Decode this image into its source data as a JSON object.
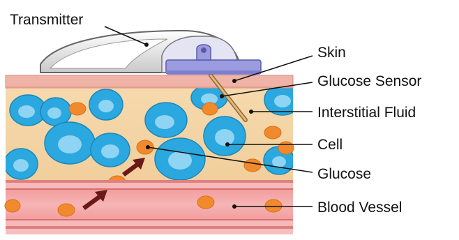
{
  "labels": {
    "transmitter": "Transmitter",
    "skin": "Skin",
    "glucose_sensor": "Glucose Sensor",
    "interstitial_fluid": "Interstitial Fluid",
    "cell": "Cell",
    "glucose": "Glucose",
    "blood_vessel": "Blood Vessel"
  },
  "colors": {
    "skin": "#f0b3a8",
    "interstitial_fluid": "#f5d6a8",
    "cell_outer": "#2aa8df",
    "cell_inner": "#8fd4f2",
    "glucose": "#f08a2c",
    "blood_vessel": "#f4a7a7",
    "arrow": "#6b1818",
    "sensor_base": "#9b9be0"
  }
}
